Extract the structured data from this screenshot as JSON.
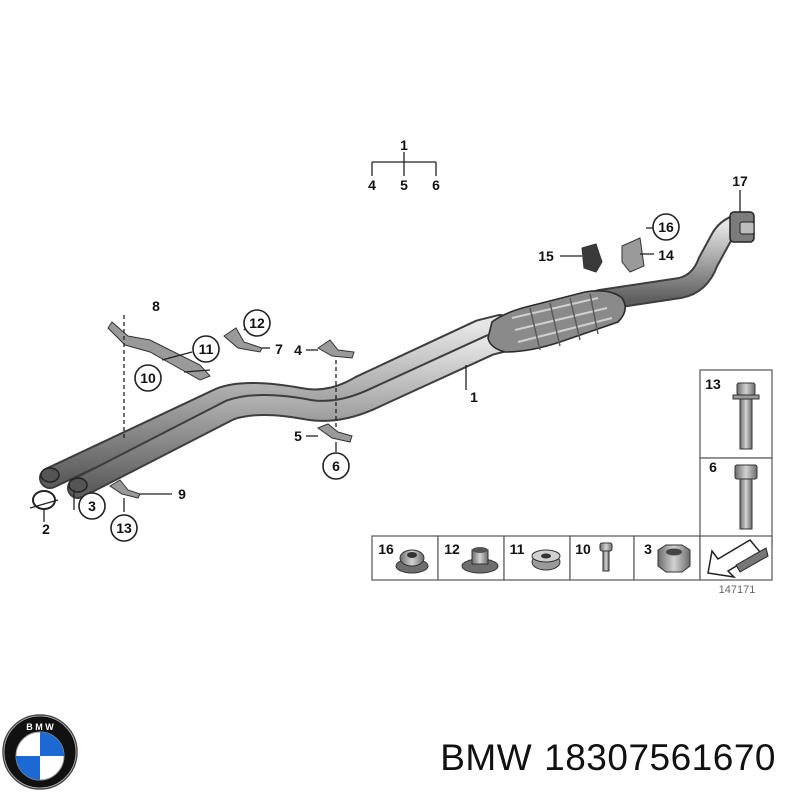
{
  "diagram": {
    "catalog_number": "147171",
    "callouts": {
      "n1_top": "1",
      "n4_top": "4",
      "n5_top": "5",
      "n6_top": "6",
      "n17": "17",
      "n16": "16",
      "n15": "15",
      "n14": "14",
      "n8": "8",
      "n12": "12",
      "n11": "11",
      "n7": "7",
      "n10": "10",
      "n4": "4",
      "n1": "1",
      "n5": "5",
      "n6": "6",
      "n9": "9",
      "n3": "3",
      "n2": "2",
      "n13": "13"
    },
    "side_parts": {
      "p13": "13",
      "p6": "6"
    },
    "bottom_parts": {
      "p16": "16",
      "p12": "12",
      "p11": "11",
      "p10": "10",
      "p3": "3"
    }
  },
  "caption": {
    "brand": "BMW",
    "part_number": "18307561670"
  },
  "logo": {
    "name": "bmw-logo",
    "text": "BMW",
    "colors": {
      "blue": "#1c69d4",
      "white": "#ffffff",
      "ring": "#111111"
    }
  }
}
